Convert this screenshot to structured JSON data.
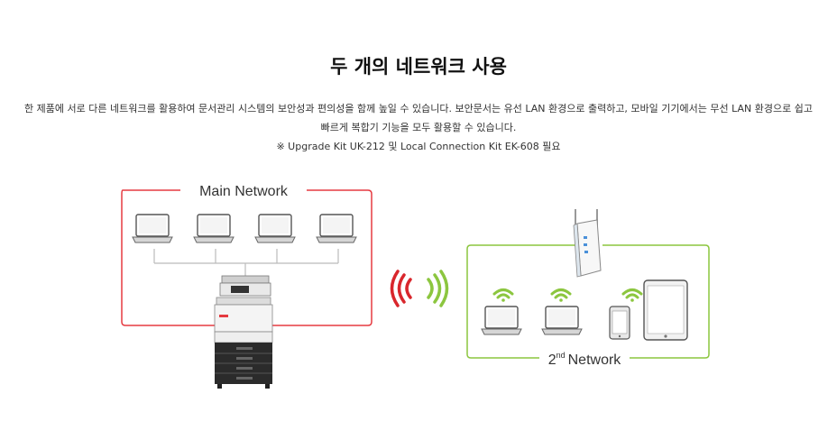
{
  "title": "두 개의 네트워크 사용",
  "description": {
    "line1": "한 제품에 서로 다른 네트워크를 활용하여 문서관리 시스템의 보안성과 편의성을 함께 높일 수 있습니다. 보안문서는 유선 LAN 환경으로 출력하고, 모바일 기기에서는 무선 LAN 환경으로 쉽고",
    "line2": "빠르게 복합기 기능을 모두 활용할 수 있습니다.",
    "note": "※ Upgrade Kit UK-212 및 Local Connection Kit EK-608 필요"
  },
  "diagram": {
    "main_network_label": "Main Network",
    "second_network": {
      "number": "2",
      "superscript": "nd",
      "label": "Network"
    },
    "colors": {
      "main": "#e53a40",
      "second": "#8cc63f",
      "signal_red": "#d9262c",
      "signal_green": "#8cc63f"
    },
    "icons": [
      "laptop-icon",
      "copier-icon",
      "router-icon",
      "wifi-icon",
      "smartphone-icon",
      "tablet-icon"
    ]
  }
}
